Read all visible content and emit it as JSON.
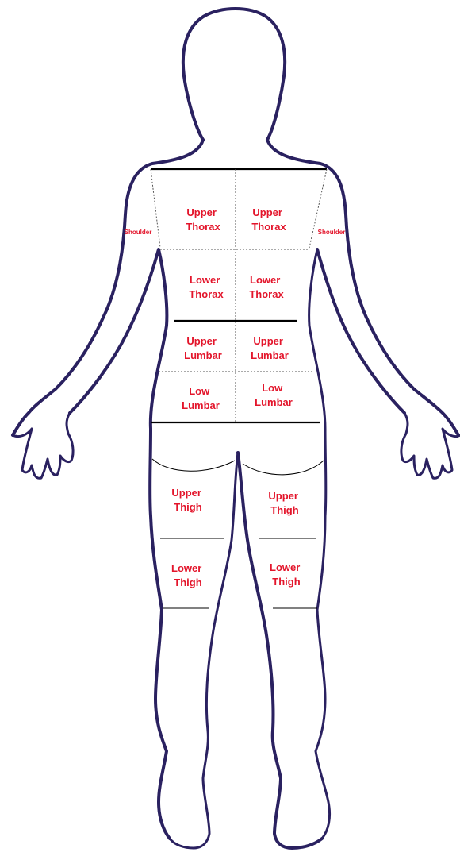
{
  "regions": {
    "upper_thorax_left": [
      "Upper",
      "Thorax"
    ],
    "upper_thorax_right": [
      "Upper",
      "Thorax"
    ],
    "shoulder_left": "Shoulder",
    "shoulder_right": "Shoulder",
    "lower_thorax_left": [
      "Lower",
      "Thorax"
    ],
    "lower_thorax_right": [
      "Lower",
      "Thorax"
    ],
    "upper_lumbar_left": [
      "Upper",
      "Lumbar"
    ],
    "upper_lumbar_right": [
      "Upper",
      "Lumbar"
    ],
    "low_lumbar_left": [
      "Low",
      "Lumbar"
    ],
    "low_lumbar_right": [
      "Low",
      "Lumbar"
    ],
    "upper_thigh_left": [
      "Upper",
      "Thigh"
    ],
    "upper_thigh_right": [
      "Upper",
      "Thigh"
    ],
    "lower_thigh_left": [
      "Lower",
      "Thigh"
    ],
    "lower_thigh_right": [
      "Lower",
      "Thigh"
    ]
  },
  "colors": {
    "outline": "#2a2160",
    "label": "#e3152b",
    "divider": "#000000"
  }
}
